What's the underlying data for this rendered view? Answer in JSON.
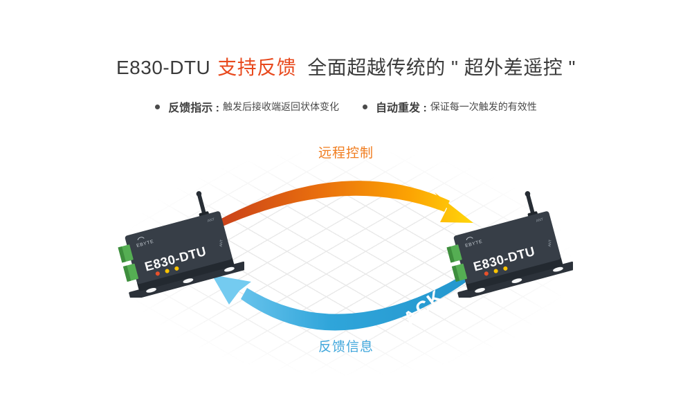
{
  "title": {
    "model": "E830-DTU",
    "highlight": "支持反馈",
    "rest": "全面超越传统的 \" 超外差遥控 \""
  },
  "features": [
    {
      "label": "反馈指示 :",
      "desc": "触发后接收端返回状体变化"
    },
    {
      "label": "自动重发 :",
      "desc": "保证每一次触发的有效性"
    }
  ],
  "diagram": {
    "top_arrow_label": "远程控制",
    "ack_label": "ACK",
    "bottom_arrow_label": "反馈信息"
  },
  "device": {
    "model": "E830-DTU",
    "brand": "EBYTE",
    "ant_label": "ANT"
  },
  "colors": {
    "title_text": "#3b3b3b",
    "title_highlight": "#e8491d",
    "feature_text": "#4a4a4a",
    "orange_label": "#f07c1e",
    "blue_label": "#41a7dc",
    "orange_arrow_start": "#c8401b",
    "orange_arrow_end": "#ffd60a",
    "blue_arrow_light": "#79ccf1",
    "blue_arrow_dark": "#2496cd",
    "device_body": "#373e47",
    "terminal_green": "#55ae53",
    "led_red": "#e8512b",
    "led_yellow": "#ffc400",
    "grid_line": "#e9e9e9"
  }
}
